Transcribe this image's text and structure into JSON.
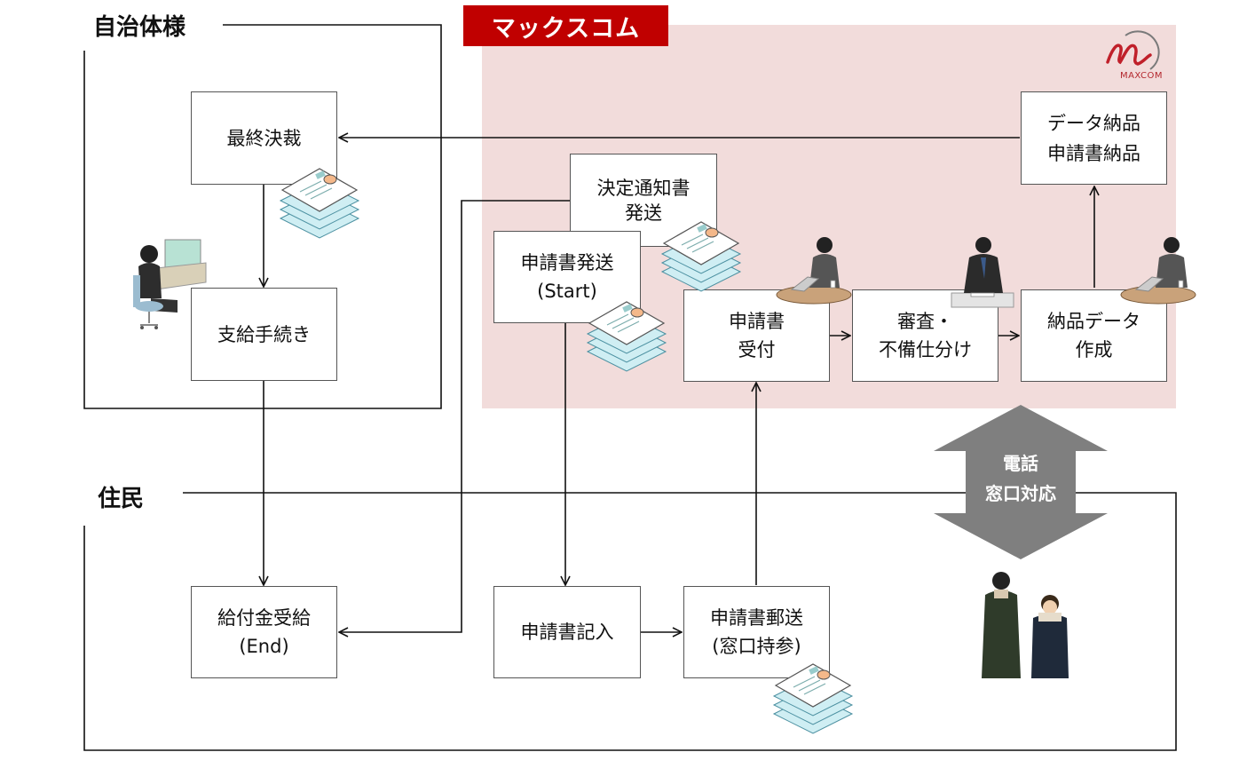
{
  "sections": {
    "municipality": "自治体様",
    "residents": "住民",
    "company_banner": "マックスコム"
  },
  "logo": {
    "text": "MAXCOM"
  },
  "boxes": {
    "final_approval": [
      "最終決裁"
    ],
    "payment_procedure": [
      "支給手続き"
    ],
    "benefit_receipt": [
      "給付金受給",
      "(End)"
    ],
    "decision_notice": [
      "決定通知書",
      "発送"
    ],
    "application_send": [
      "申請書発送",
      "(Start)"
    ],
    "application_fill": [
      "申請書記入"
    ],
    "application_mail": [
      "申請書郵送",
      "(窓口持参)"
    ],
    "application_receive": [
      "申請書",
      "受付"
    ],
    "review": [
      "審査・",
      "不備仕分け"
    ],
    "delivery_data": [
      "納品データ",
      "作成"
    ],
    "data_delivery": [
      "データ納品",
      "申請書納品"
    ]
  },
  "contact": {
    "lines": [
      "電話",
      "窓口対応"
    ]
  },
  "colors": {
    "banner": "#c00000",
    "pink_zone": "#f2dcdb",
    "arrow_gray": "#7f7f7f",
    "doc_blue": "#cfeef3",
    "line": "#111111"
  },
  "icons": [
    "document-stack-icon",
    "office-worker-icon",
    "staff-at-desk-icon",
    "residents-icon",
    "maxcom-logo-icon"
  ]
}
